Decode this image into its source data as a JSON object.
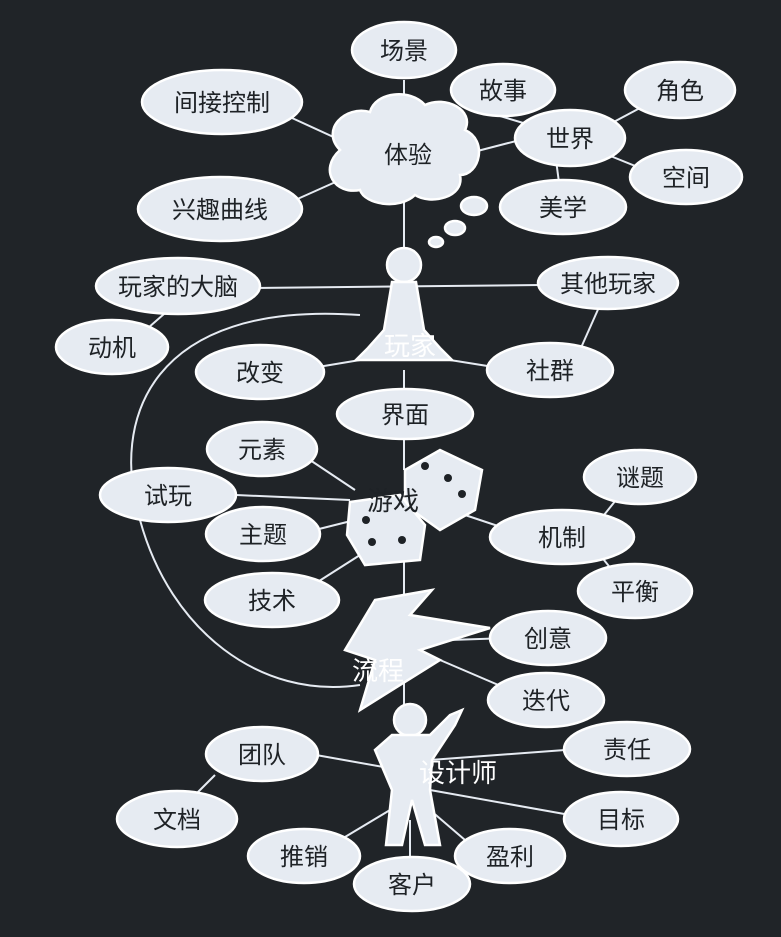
{
  "diagram": {
    "colors": {
      "background": "#202428",
      "node_fill": "#e6ebf2",
      "line": "#e6ebf2",
      "text": "#1e2226"
    },
    "center_labels": {
      "experience": "体验",
      "player": "玩家",
      "game": "游戏",
      "process": "流程",
      "designer": "设计师"
    },
    "nodes": [
      "场景",
      "间接控制",
      "故事",
      "角色",
      "世界",
      "空间",
      "兴趣曲线",
      "美学",
      "玩家的大脑",
      "其他玩家",
      "动机",
      "改变",
      "社群",
      "界面",
      "元素",
      "谜题",
      "试玩",
      "机制",
      "主题",
      "平衡",
      "技术",
      "创意",
      "迭代",
      "团队",
      "责任",
      "文档",
      "目标",
      "推销",
      "盈利",
      "客户"
    ]
  }
}
